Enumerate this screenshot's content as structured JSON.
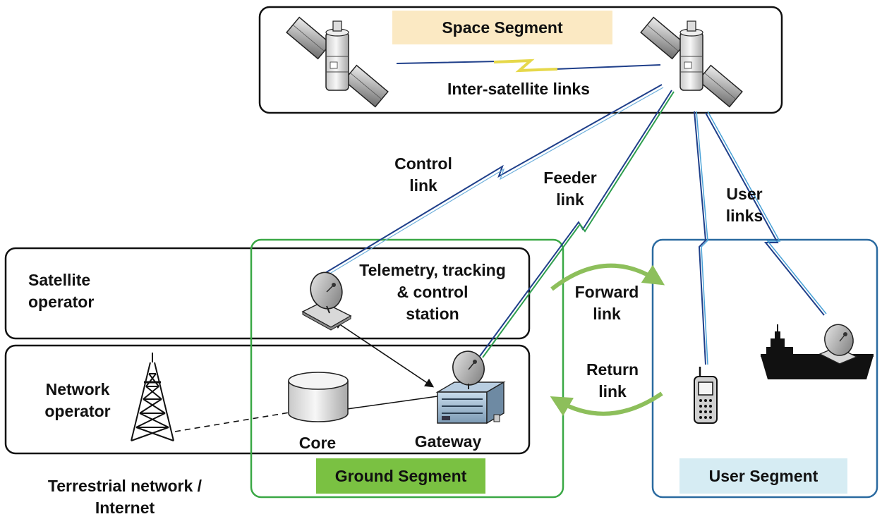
{
  "segments": {
    "space": "Space Segment",
    "ground": "Ground Segment",
    "user": "User Segment"
  },
  "links": {
    "inter_satellite": "Inter-satellite links",
    "control": [
      "Control",
      "link"
    ],
    "feeder": [
      "Feeder",
      "link"
    ],
    "user": [
      "User",
      "links"
    ],
    "forward": [
      "Forward",
      "link"
    ],
    "return": [
      "Return",
      "link"
    ]
  },
  "operators": {
    "satellite": [
      "Satellite",
      "operator"
    ],
    "network": [
      "Network",
      "operator"
    ]
  },
  "ground_elements": {
    "ttc_station": [
      "Telemetry, tracking",
      "& control",
      "station"
    ],
    "core": "Core",
    "gateway": "Gateway"
  },
  "terrestrial": [
    "Terrestrial network /",
    "Internet"
  ],
  "colors": {
    "space_badge": "#fbe9c3",
    "ground_badge": "#7ac142",
    "user_badge": "#d6ecf3",
    "ground_border": "#3aa845",
    "user_border": "#2a6aa0",
    "arc_green": "#8dbf5b",
    "link_blue": "#1f3f8a",
    "link_lightblue": "#4aa3d8",
    "feeder_green": "#2e9e4e"
  },
  "icons": [
    "satellite-icon",
    "dish-antenna-icon",
    "server-rack-icon",
    "database-cylinder-icon",
    "transmission-tower-icon",
    "mobile-phone-icon",
    "ship-icon"
  ]
}
